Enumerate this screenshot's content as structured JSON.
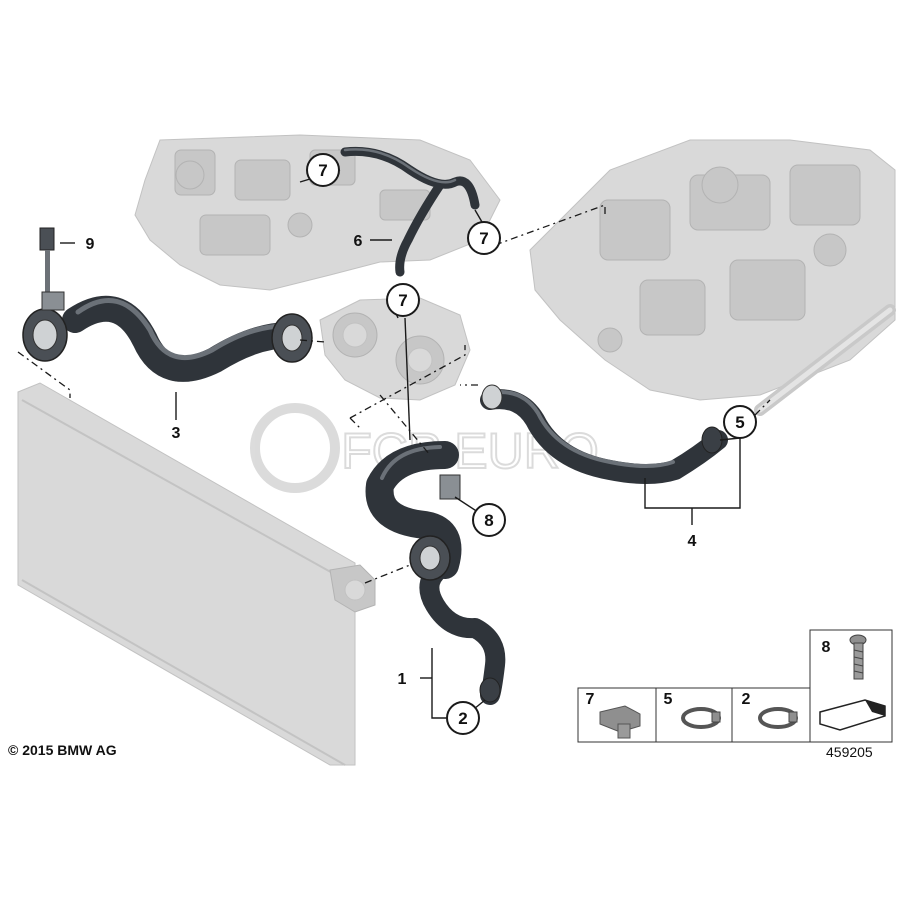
{
  "diagram": {
    "callouts": {
      "c7a": "7",
      "c7b": "7",
      "c7c": "7",
      "c5": "5",
      "c8": "8",
      "c2": "2"
    },
    "labels": {
      "l9": "9",
      "l6": "6",
      "l3": "3",
      "l4": "4",
      "l1": "1"
    },
    "legend": {
      "p7": "7",
      "p5": "5",
      "p2": "2",
      "p8": "8"
    },
    "watermark": "FCP EURO",
    "copyright": "© 2015 BMW AG",
    "diagram_number": "459205"
  }
}
